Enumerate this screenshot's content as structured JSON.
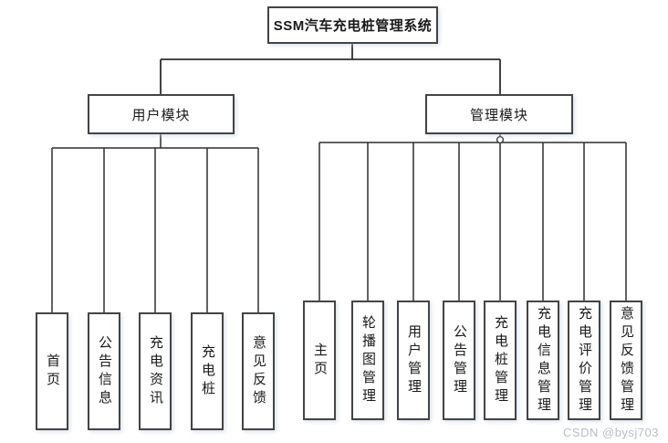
{
  "diagram": {
    "title": "SSM汽车充电桩管理系统",
    "modules": [
      {
        "label": "用户模块",
        "children": [
          "首页",
          "公告信息",
          "充电资讯",
          "充电桩",
          "意见反馈"
        ]
      },
      {
        "label": "管理模块",
        "children": [
          "主页",
          "轮播图管理",
          "用户管理",
          "公告管理",
          "充电桩管理",
          "充电信息管理",
          "充电评价管理",
          "意见反馈管理"
        ]
      }
    ]
  },
  "watermark": "CSDN @bysj703",
  "colors": {
    "line": "#2e2e2e",
    "box_border": "#444444",
    "watermark": "#b9bdc9"
  }
}
